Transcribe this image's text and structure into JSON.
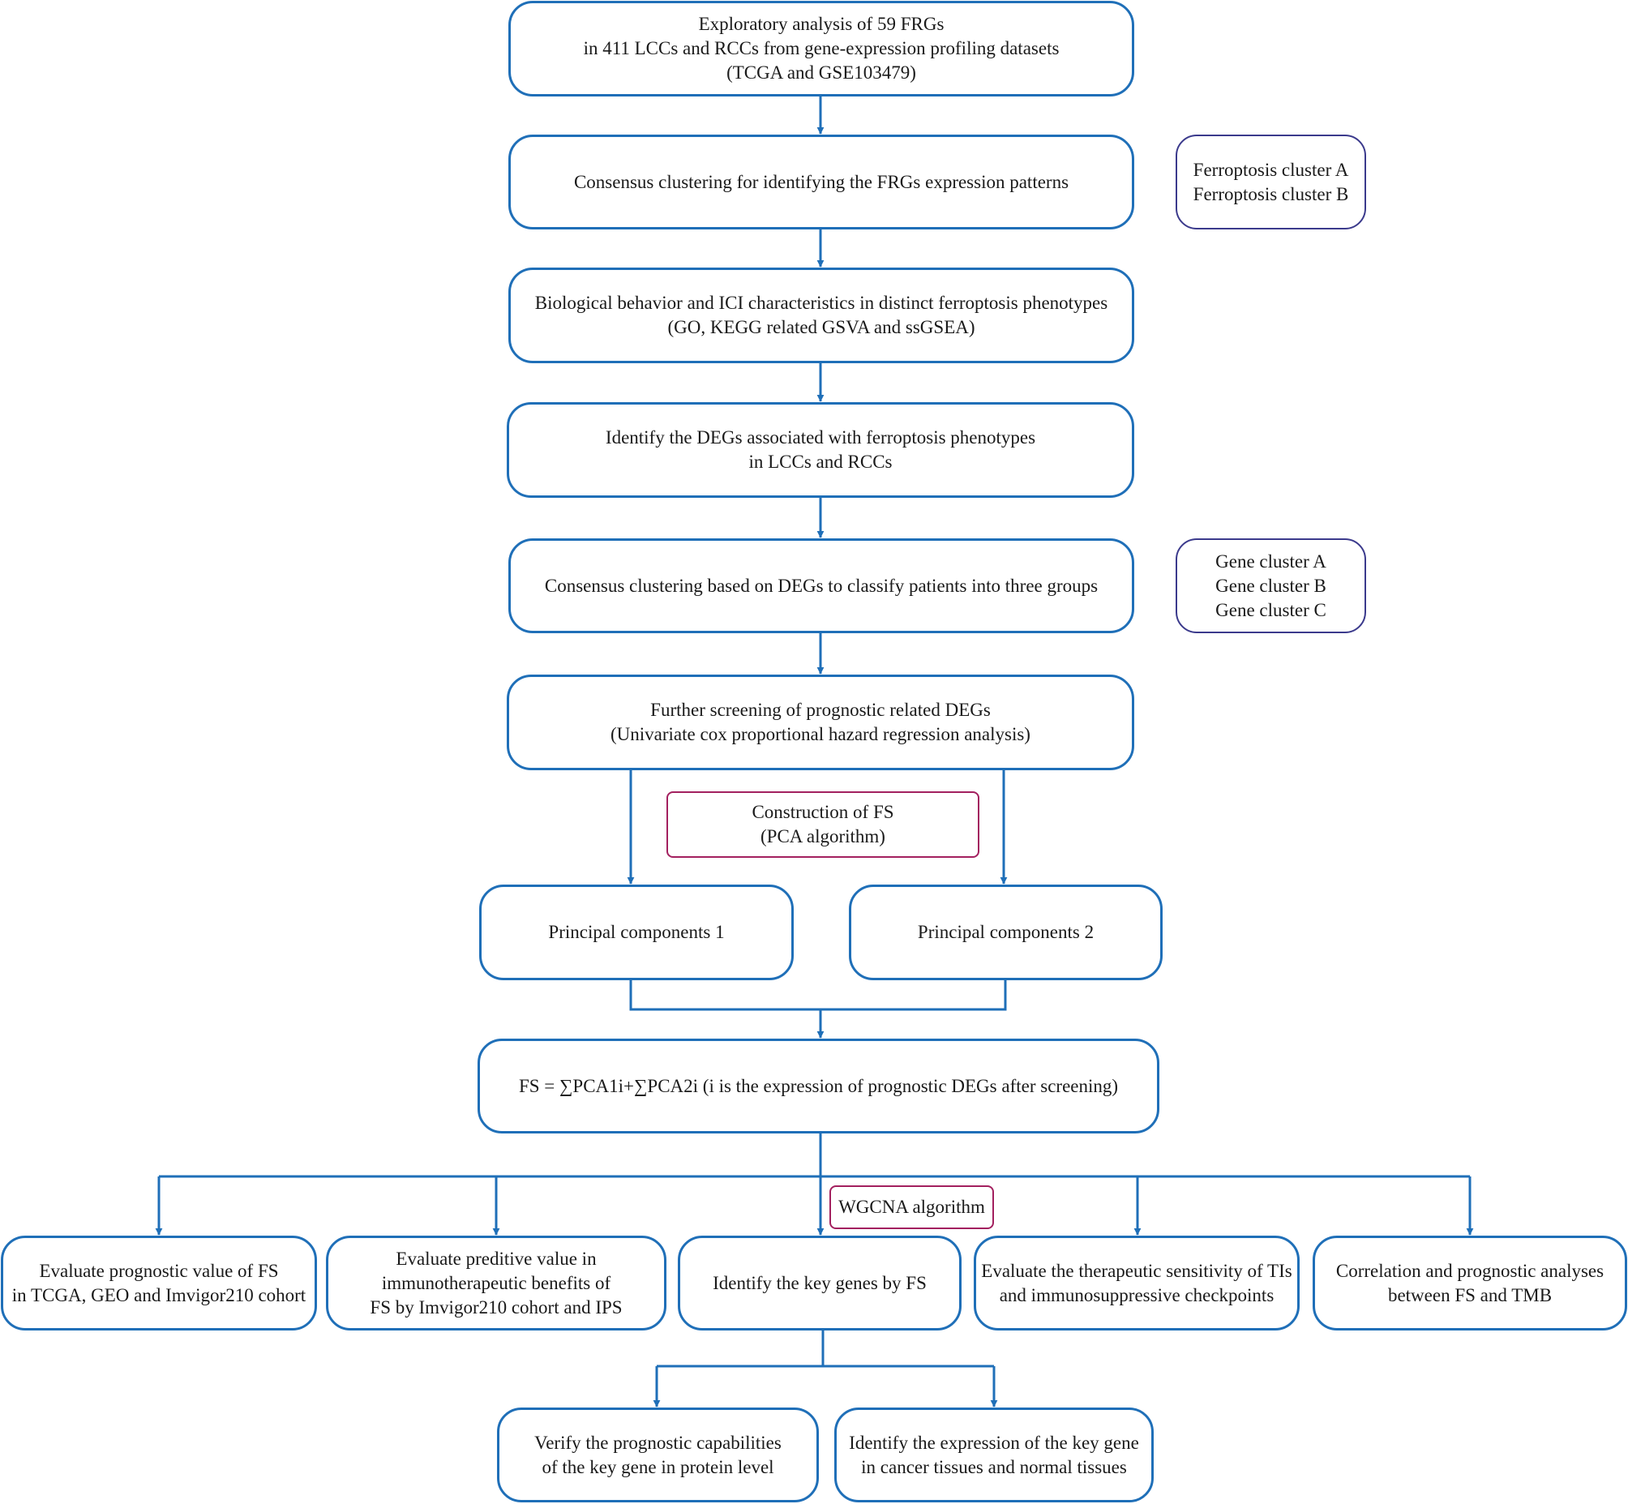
{
  "nodes": [
    {
      "id": "n1",
      "kind": "step",
      "lines": [
        "Exploratory analysis of 59 FRGs",
        "in 411 LCCs and RCCs from gene-expression profiling datasets",
        "(TCGA and GSE103479)"
      ]
    },
    {
      "id": "n2",
      "kind": "step",
      "lines": [
        "Consensus clustering  for identifying the FRGs expression patterns"
      ]
    },
    {
      "id": "s1",
      "kind": "side",
      "lines": [
        "Ferroptosis cluster A",
        "Ferroptosis cluster B"
      ]
    },
    {
      "id": "n3",
      "kind": "step",
      "lines": [
        "Biological behavior and ICI characteristics in distinct ferroptosis phenotypes",
        "(GO, KEGG related GSVA and ssGSEA)"
      ]
    },
    {
      "id": "n4",
      "kind": "step",
      "lines": [
        "Identify the DEGs associated with ferroptosis phenotypes",
        "in LCCs and RCCs"
      ]
    },
    {
      "id": "n5",
      "kind": "step",
      "lines": [
        "Consensus clustering based on DEGs to classify patients into three groups"
      ]
    },
    {
      "id": "s2",
      "kind": "side",
      "lines": [
        "Gene cluster A",
        "Gene cluster B",
        "Gene cluster C"
      ]
    },
    {
      "id": "n6",
      "kind": "step",
      "lines": [
        "Further screening of prognostic related DEGs",
        "(Univariate cox proportional hazard regression analysis)"
      ]
    },
    {
      "id": "note1",
      "kind": "note",
      "lines": [
        "Construction of FS",
        "(PCA algorithm)"
      ]
    },
    {
      "id": "n7a",
      "kind": "step",
      "lines": [
        "Principal components 1"
      ]
    },
    {
      "id": "n7b",
      "kind": "step",
      "lines": [
        "Principal components 2"
      ]
    },
    {
      "id": "n8",
      "kind": "step",
      "lines": [
        "FS = ∑PCA1i+∑PCA2i (i is the expression of prognostic DEGs after screening)"
      ]
    },
    {
      "id": "note2",
      "kind": "note",
      "lines": [
        "WGCNA algorithm"
      ]
    },
    {
      "id": "b1",
      "kind": "step",
      "lines": [
        "Evaluate prognostic value of FS",
        "in TCGA, GEO and Imvigor210 cohort"
      ]
    },
    {
      "id": "b2",
      "kind": "step",
      "lines": [
        "Evaluate  preditive value in",
        "immunotherapeutic benefits of",
        "FS by Imvigor210 cohort and IPS"
      ]
    },
    {
      "id": "b3",
      "kind": "step",
      "lines": [
        "Identify the key genes by FS"
      ]
    },
    {
      "id": "b4",
      "kind": "step",
      "lines": [
        "Evaluate the therapeutic sensitivity of TIs",
        "and immunosuppressive checkpoints"
      ]
    },
    {
      "id": "b5",
      "kind": "step",
      "lines": [
        "Correlation and prognostic analyses",
        "between FS and TMB"
      ]
    },
    {
      "id": "c1",
      "kind": "step",
      "lines": [
        "Verify the prognostic capabilities",
        "of the key gene in protein level"
      ]
    },
    {
      "id": "c2",
      "kind": "step",
      "lines": [
        "Identify the expression of the key gene",
        "in cancer tissues and normal tissues"
      ]
    }
  ],
  "colors": {
    "step_border": "#1f6fb8",
    "side_border": "#3b3a8c",
    "note_border": "#a3205f",
    "connector": "#1f6fb8"
  }
}
